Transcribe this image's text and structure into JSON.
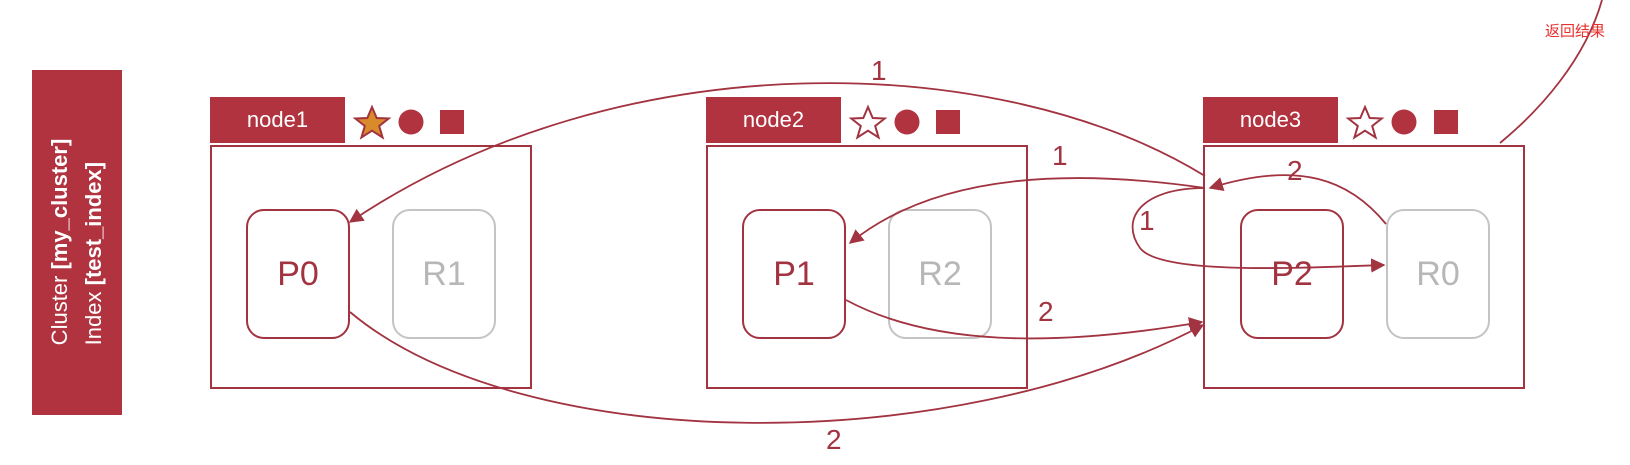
{
  "cluster_panel": {
    "cluster_prefix": "Cluster ",
    "cluster_name": "[my_cluster]",
    "index_prefix": "Index ",
    "index_name": "[test_index]"
  },
  "nodes": [
    {
      "label": "node1",
      "master": "★"
    },
    {
      "label": "node2",
      "master": "☆"
    },
    {
      "label": "node3",
      "master": "☆"
    }
  ],
  "shards": {
    "p0": "P0",
    "r1": "R1",
    "p1": "P1",
    "r2": "R2",
    "p2": "P2",
    "r0": "R0"
  },
  "return_label": "返回结果",
  "arrow_labels": {
    "top_1": "1",
    "mid_1": "1",
    "n3_2": "2",
    "loop_1": "1",
    "n2_2": "2",
    "bottom_2": "2"
  },
  "colors": {
    "brand": "#b0333f",
    "line": "#a23340",
    "replica": "#c4c4c4",
    "master_star_fill": "#d98a2b",
    "return_text": "#e8302e"
  },
  "icons": {
    "master": "star-icon",
    "data": "circle-icon",
    "ingest": "square-icon"
  }
}
